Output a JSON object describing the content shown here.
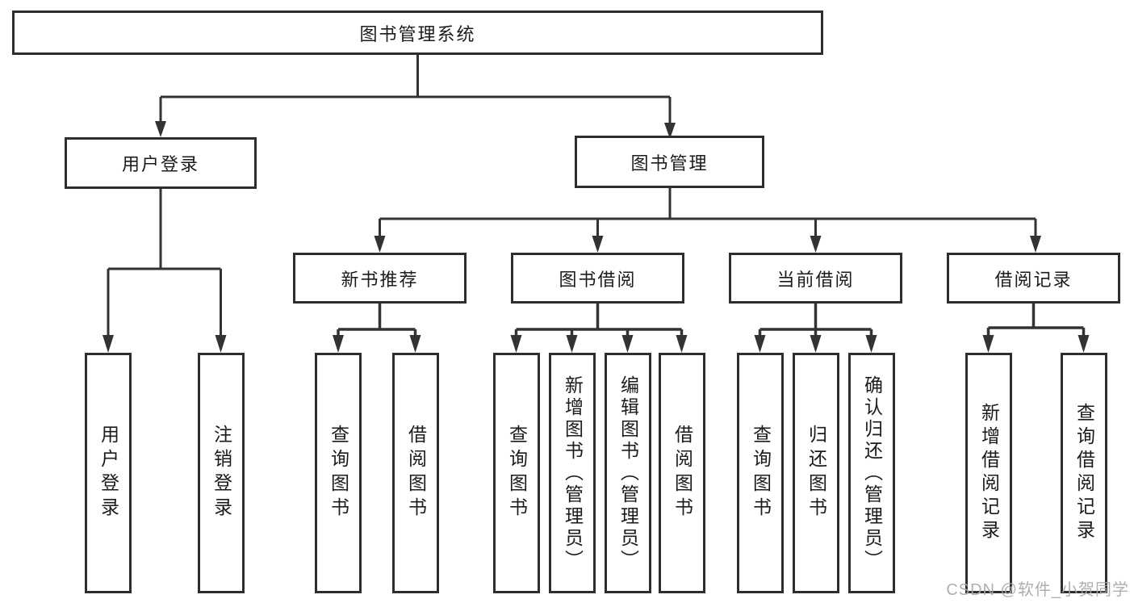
{
  "diagram": {
    "type": "hierarchy-tree",
    "title": "图书管理系统",
    "colors": {
      "line": "#333333",
      "border": "#2e2e2e",
      "text": "#1b1b1b",
      "background": "#ffffff",
      "watermark": "#a8a8a8"
    },
    "nodes": {
      "root": {
        "label": "图书管理系统"
      },
      "level2": [
        {
          "label": "用户登录"
        },
        {
          "label": "图书管理"
        }
      ],
      "level3": [
        {
          "label": "新书推荐",
          "parent": "图书管理"
        },
        {
          "label": "图书借阅",
          "parent": "图书管理"
        },
        {
          "label": "当前借阅",
          "parent": "图书管理"
        },
        {
          "label": "借阅记录",
          "parent": "图书管理"
        }
      ],
      "leaves": [
        {
          "label": "用户登录",
          "parent": "用户登录"
        },
        {
          "label": "注销登录",
          "parent": "用户登录"
        },
        {
          "label": "查询图书",
          "parent": "新书推荐"
        },
        {
          "label": "借阅图书",
          "parent": "新书推荐"
        },
        {
          "label": "查询图书",
          "parent": "图书借阅"
        },
        {
          "label": "新增图书（管理员）",
          "parent": "图书借阅"
        },
        {
          "label": "编辑图书（管理员）",
          "parent": "图书借阅"
        },
        {
          "label": "借阅图书",
          "parent": "图书借阅"
        },
        {
          "label": "查询图书",
          "parent": "当前借阅"
        },
        {
          "label": "归还图书",
          "parent": "当前借阅"
        },
        {
          "label": "确认归还（管理员）",
          "parent": "当前借阅"
        },
        {
          "label": "新增借阅记录",
          "parent": "借阅记录"
        },
        {
          "label": "查询借阅记录",
          "parent": "借阅记录"
        }
      ]
    }
  },
  "watermark": "CSDN @软件_小贺同学"
}
